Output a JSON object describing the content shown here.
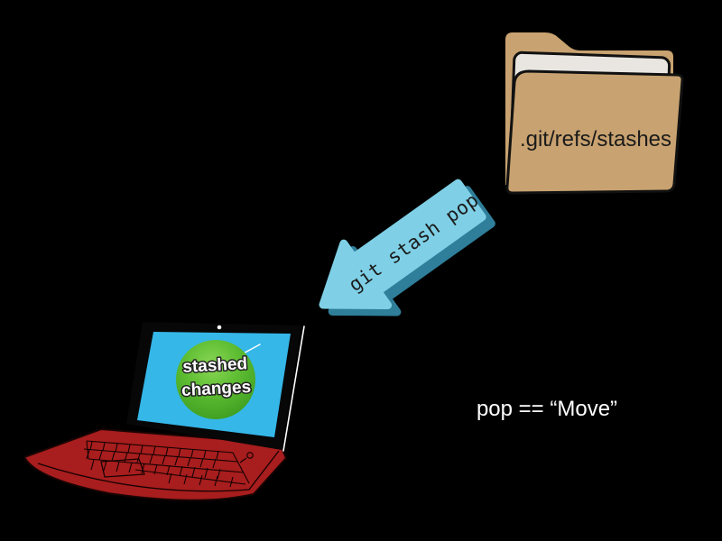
{
  "colors": {
    "background": "#000000",
    "folder_tan": "#C8A270",
    "paper": "#E9E6E2",
    "dark_outline": "#111111",
    "arrow_face": "#7FD0E6",
    "arrow_side": "#2F7E9A",
    "arrow_text": "#1A1A1A",
    "laptop_red": "#A81D1D",
    "laptop_outline": "#1A0404",
    "key_lines": "#140101",
    "lid_black": "#070707",
    "lid_edge_white": "#FFFFFF",
    "screen_blue": "#35B7E8",
    "sphere_light": "#8BD755",
    "sphere_mid": "#5FBE33",
    "sphere_dark": "#3B9A1E",
    "label_white": "#FFFFFF"
  },
  "folder": {
    "label": ".git/refs/stashes"
  },
  "arrow": {
    "label": "git stash pop"
  },
  "laptop": {
    "screen_label_lines": [
      "stashed",
      "changes"
    ]
  },
  "note": {
    "text": "pop == “Move”"
  }
}
